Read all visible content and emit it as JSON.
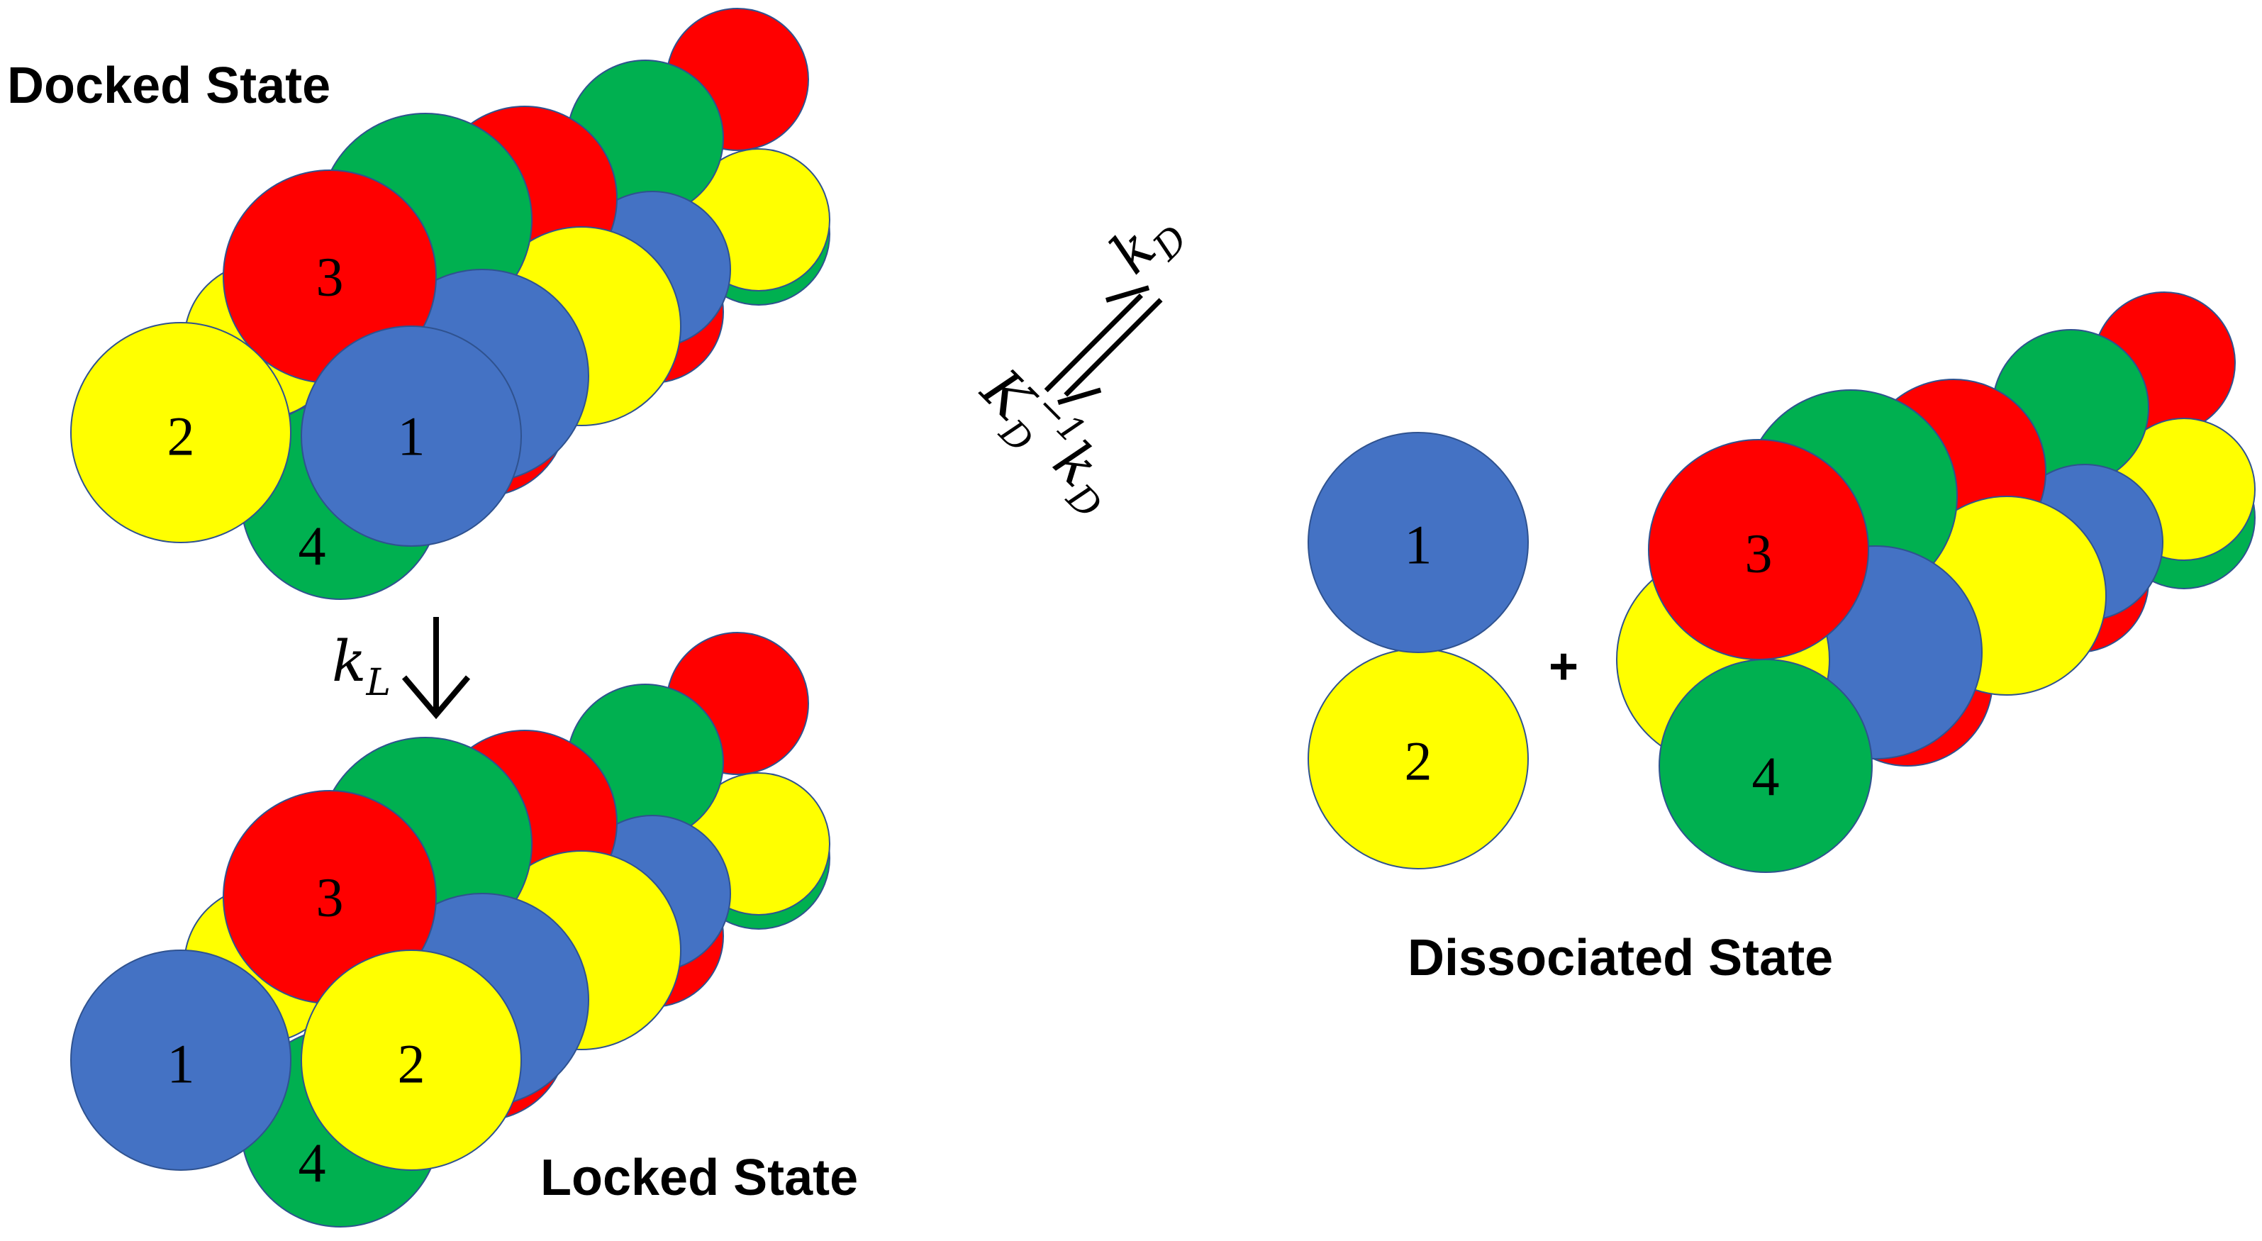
{
  "titles": {
    "docked": "Docked State",
    "locked": "Locked State",
    "dissociated": "Dissociated State"
  },
  "rates": {
    "kd_symbol": "k",
    "kd_sub": "D",
    "reverse_K": "K",
    "reverse_K_sub": "D",
    "reverse_K_sup": "−1",
    "reverse_k": "k",
    "reverse_k_sub": "D",
    "kl_symbol": "k",
    "kl_sub": "L"
  },
  "labels": {
    "docked": {
      "n1": "1",
      "n2": "2",
      "n3": "3",
      "n4": "4"
    },
    "locked": {
      "n1": "1",
      "n2": "2",
      "n3": "3",
      "n4": "4"
    },
    "dissociated": {
      "n1": "1",
      "n2": "2",
      "n3": "3",
      "n4": "4"
    },
    "plus": "+"
  },
  "colors": {
    "blue": "#4472C4",
    "yellow": "#FFFF00",
    "red": "#FF0000",
    "green": "#00B050"
  }
}
